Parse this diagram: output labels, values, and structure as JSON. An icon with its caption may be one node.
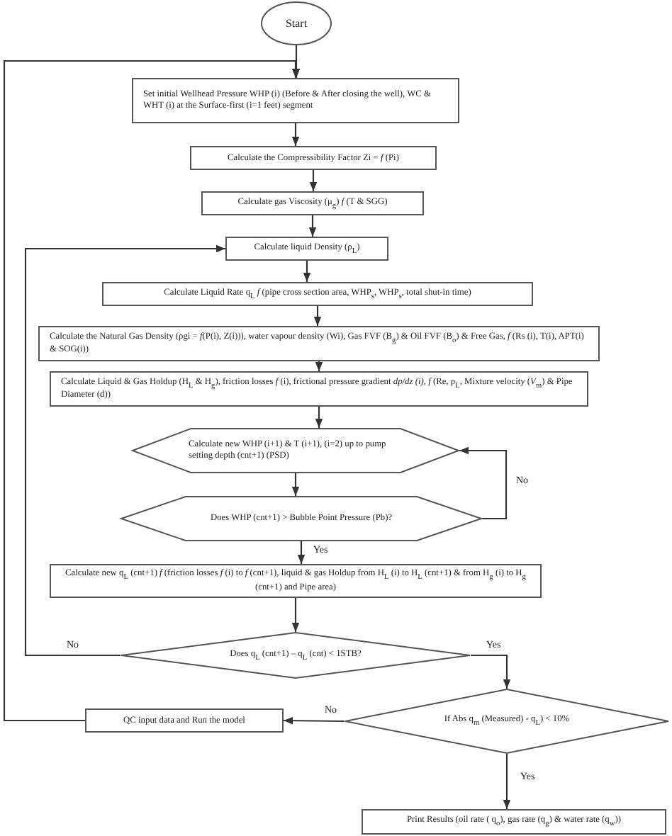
{
  "diagram": {
    "nodes": [
      {
        "text": [
          "Start"
        ]
      },
      {
        "text": [
          "Set initial Wellhead Pressure WHP (i) (Before & After closing the well), WC & WHT (i) at the Surface-first (i=1 feet) segment"
        ]
      },
      {
        "text": [
          "Calculate the Compressibility Factor Zi = *f* (Pi)"
        ]
      },
      {
        "text": [
          "Calculate gas Viscosity (μ$_{g}$) *f* (T & SGG)"
        ]
      },
      {
        "text": [
          "Calculate liquid Density (ρ$_{L}$)"
        ]
      },
      {
        "text": [
          "Calculate Liquid Rate q$_{L}$ *f* (pipe cross section area, WHP$_{s}$, WHP$_{s}$, total shut-in time)"
        ]
      },
      {
        "text": [
          "Calculate the Natural Gas Density (ρgi = *f*(P(i), Z(i))), water vapour density (Wi), Gas FVF (B$_{g}$) & Oil FVF (B$_{o}$) & Free Gas, *f* (Rs (i), T(i), APT(i) & SOG(i))"
        ]
      },
      {
        "text": [
          "Calculate Liquid & Gas Holdup (H$_{L}$ & H$_{g}$), friction losses *f* (i), frictional pressure gradient *dp/dz (i)*, *f* (Re, ρ$_{L}$, Mixture velocity (*V*$_{m}$) & Pipe Diameter (d))"
        ]
      },
      {
        "text": [
          "Calculate new WHP (i+1) & T (i+1), (i=2) up to pump setting depth (cnt+1) (PSD)"
        ]
      },
      {
        "text": [
          "Does WHP (cnt+1) > Bubble Point Pressure (Pb)?"
        ]
      },
      {
        "text": [
          "Calculate new q$_{L}$ (cnt+1) *f* (friction losses *f* (i) to *f* (cnt+1), liquid & gas Holdup from H$_{L}$ (i) to H$_{L}$ (cnt+1) & from H$_{g}$ (i) to H$_{g}$ (cnt+1) and Pipe area)"
        ]
      },
      {
        "text": [
          "Does q$_{L}$ (cnt+1) – q$_{L}$ (cnt) < 1STB?"
        ]
      },
      {
        "text": [
          "If Abs q$_{m}$ (Measured) - q$_{L}$) < 10%"
        ]
      },
      {
        "text": [
          "QC input data and Run the model"
        ]
      },
      {
        "text": [
          "Print Results (oil rate ( q$_{o}$), gas rate (q$_{g}$) & water rate (q$_{w}$))"
        ]
      }
    ],
    "edges": [
      {
        "from": 0,
        "to": 1,
        "arrow": "to"
      },
      {
        "from": 1,
        "to": 2,
        "arrow": "to"
      },
      {
        "from": 2,
        "to": 3,
        "arrow": "to"
      },
      {
        "from": 3,
        "to": 4,
        "arrow": "to"
      },
      {
        "from": 4,
        "to": 5,
        "arrow": "to"
      },
      {
        "from": 5,
        "to": 6,
        "arrow": "to"
      },
      {
        "from": 6,
        "to": 7,
        "arrow": "to"
      },
      {
        "from": 7,
        "to": 8,
        "arrow": "to"
      },
      {
        "from": 8,
        "to": 9,
        "arrow": "to"
      },
      {
        "from": 9,
        "to": 8,
        "label": "No",
        "arrow": "to"
      },
      {
        "from": 9,
        "to": 10,
        "label": "Yes",
        "arrow": "to"
      },
      {
        "from": 10,
        "to": 11,
        "arrow": "to"
      },
      {
        "from": 11,
        "to": 4,
        "label": "No",
        "arrow": "to"
      },
      {
        "from": 11,
        "to": 12,
        "label": "Yes",
        "arrow": "to"
      },
      {
        "from": 12,
        "to": 13,
        "label": "No",
        "arrow": "to"
      },
      {
        "from": 13,
        "to": 1,
        "arrow": "to"
      },
      {
        "from": 12,
        "to": 14,
        "label": "Yes",
        "arrow": "to"
      }
    ]
  }
}
